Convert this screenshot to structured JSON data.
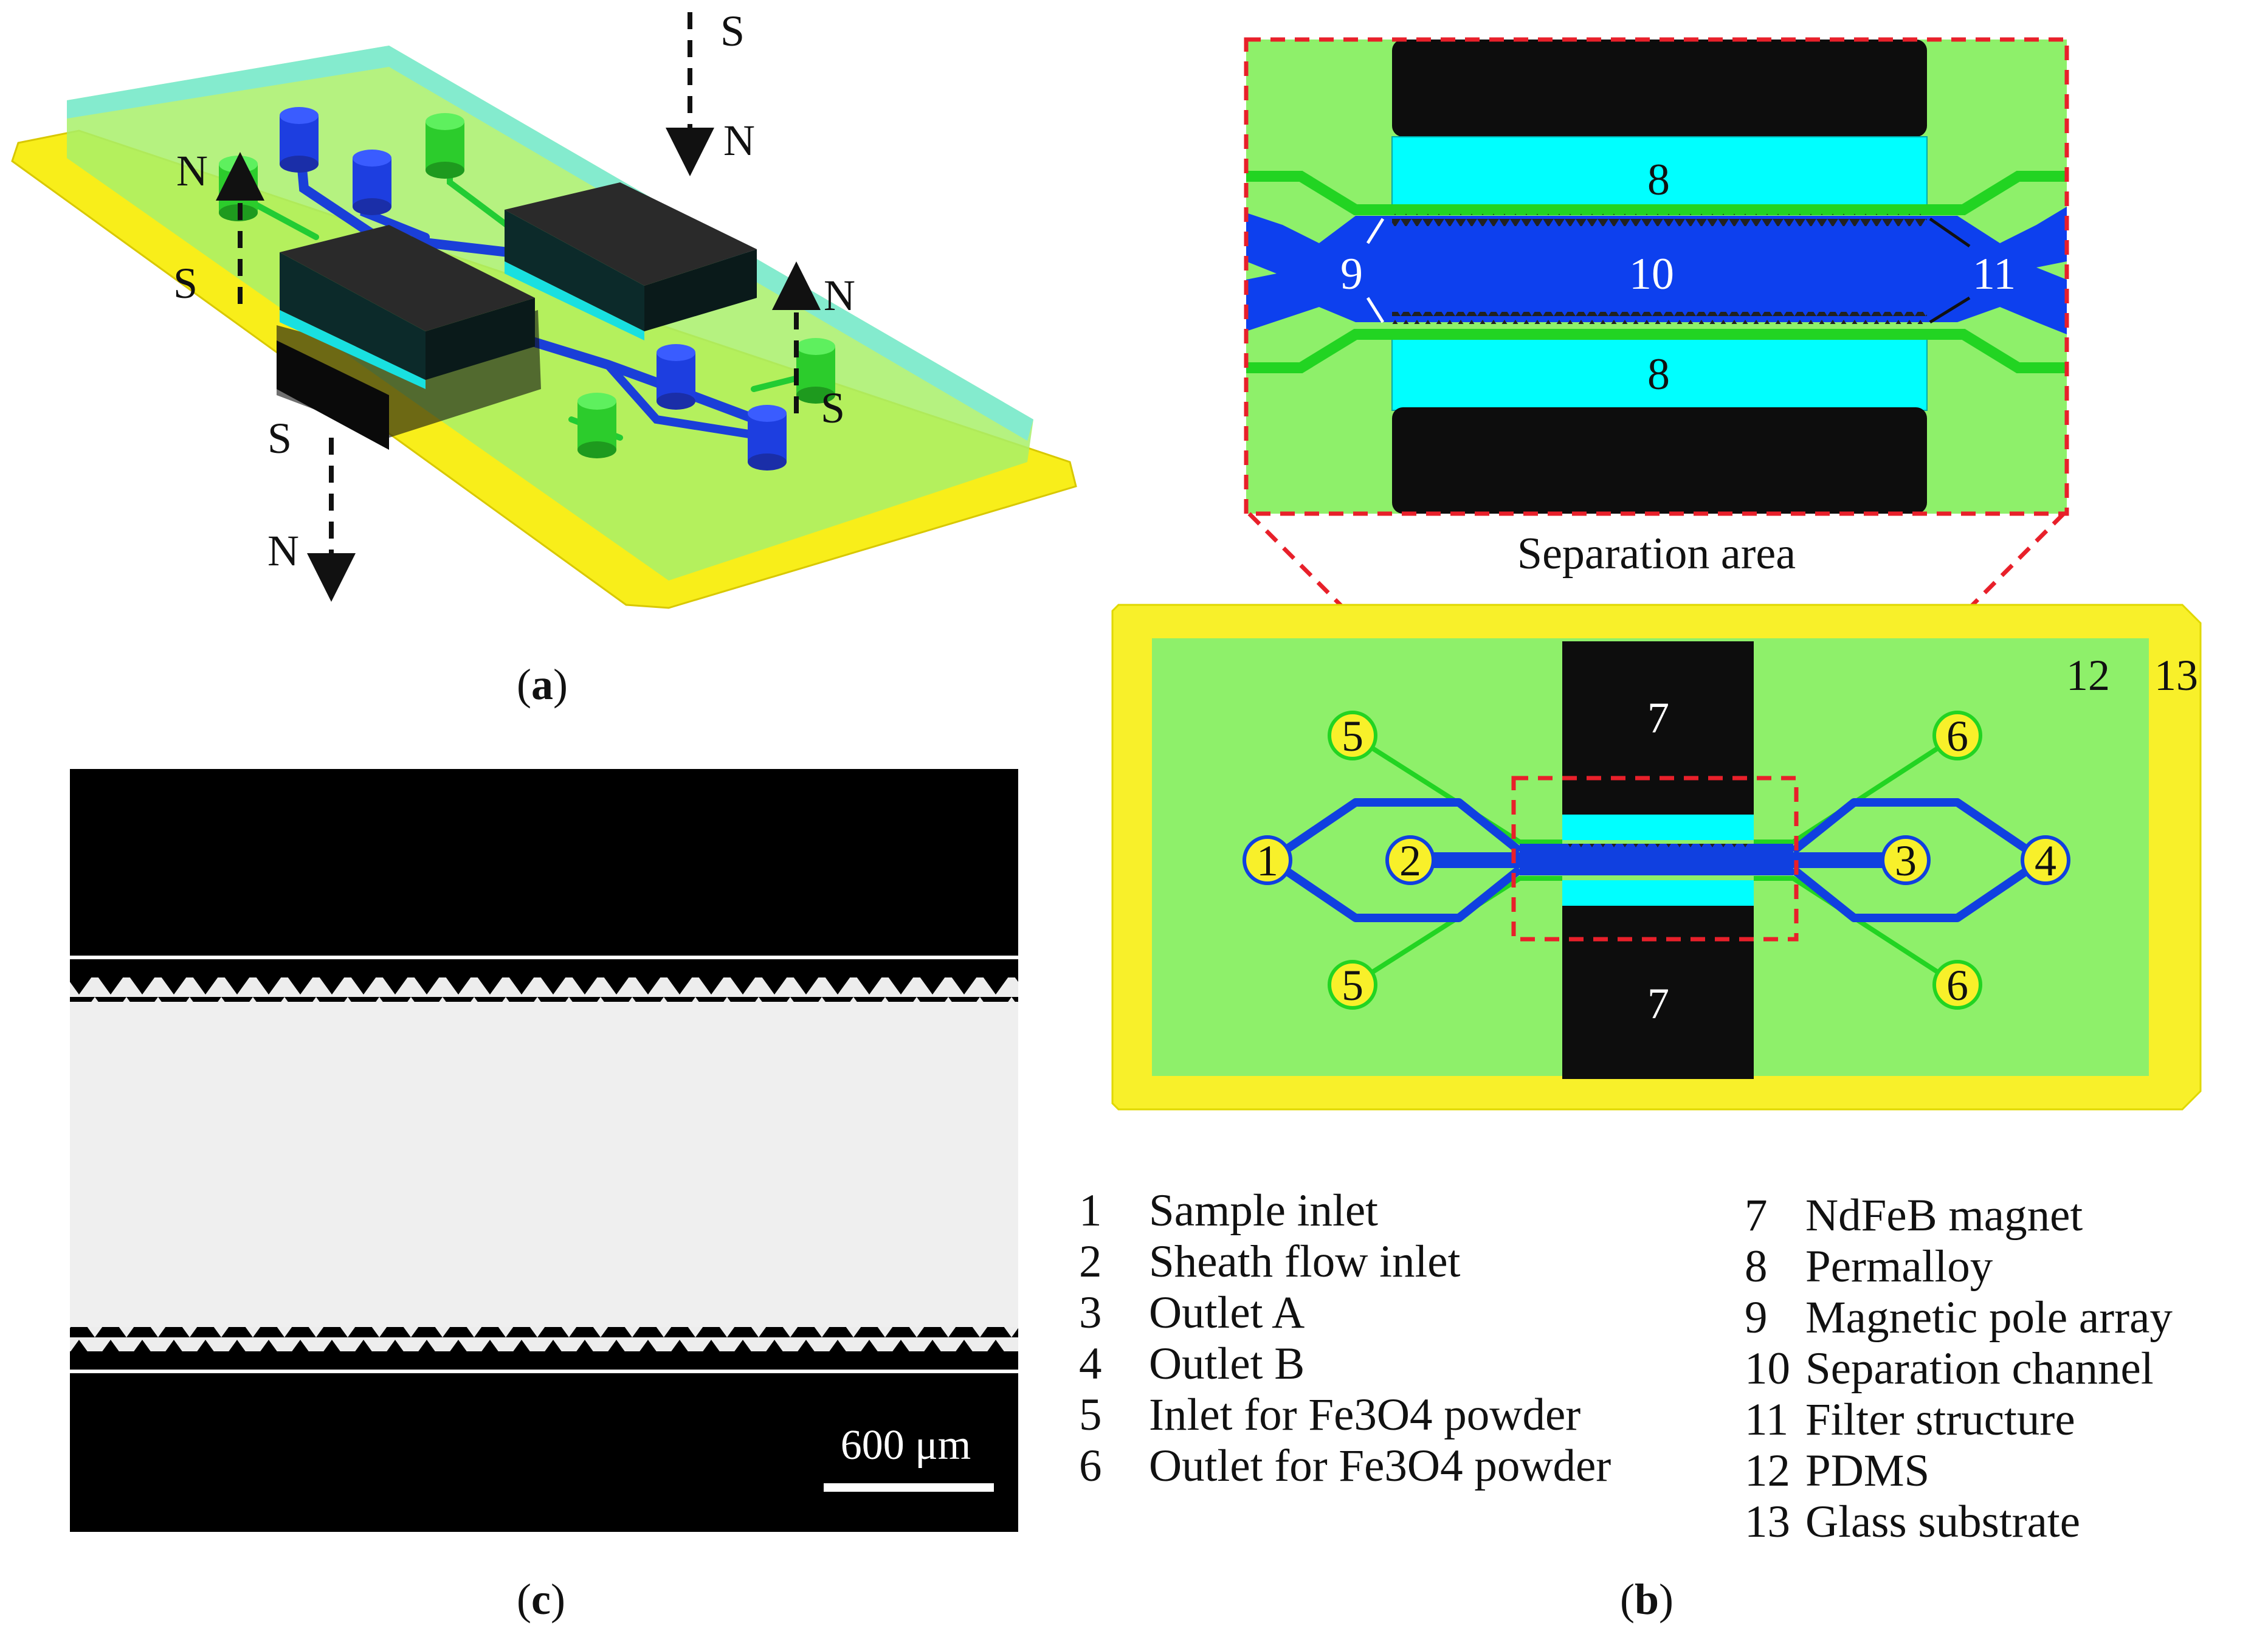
{
  "panels": {
    "a": {
      "caption_letter": "a",
      "pole_labels": {
        "top_right_S": "S",
        "top_right_N": "N",
        "left_N": "N",
        "left_S": "S",
        "right_N": "N",
        "right_S": "S",
        "bottom_S": "S",
        "bottom_N": "N"
      }
    },
    "b": {
      "caption_letter": "b",
      "zoom_title": "Separation area",
      "zoom_labels": {
        "permalloy_top": "8",
        "permalloy_bottom": "8",
        "pole_array": "9",
        "channel": "10",
        "filter": "11"
      },
      "chip_labels": {
        "magnet_top": "7",
        "magnet_bottom": "7",
        "pdms": "12",
        "glass": "13",
        "inlet_sample": "1",
        "inlet_sheath": "2",
        "outlet_a": "3",
        "outlet_b": "4",
        "fe_in_top": "5",
        "fe_in_bottom": "5",
        "fe_out_top": "6",
        "fe_out_bottom": "6"
      }
    },
    "c": {
      "caption_letter": "c",
      "scale_bar": "600 μm"
    }
  },
  "legend_left": [
    {
      "num": "1",
      "text": "Sample inlet"
    },
    {
      "num": "2",
      "text": "Sheath flow inlet"
    },
    {
      "num": "3",
      "text": "Outlet A"
    },
    {
      "num": "4",
      "text": "Outlet B"
    },
    {
      "num": "5",
      "text": "Inlet for Fe3O4 powder"
    },
    {
      "num": "6",
      "text": "Outlet for Fe3O4 powder"
    }
  ],
  "legend_right": [
    {
      "num": "7",
      "text": "NdFeB magnet"
    },
    {
      "num": "8",
      "text": "Permalloy"
    },
    {
      "num": "9",
      "text": "Magnetic pole array"
    },
    {
      "num": "10",
      "text": "Separation channel"
    },
    {
      "num": "11",
      "text": "Filter structure"
    },
    {
      "num": "12",
      "text": "PDMS"
    },
    {
      "num": "13",
      "text": "Glass substrate"
    }
  ],
  "colors": {
    "pdms": "#8ef06a",
    "glass": "#f8f02a",
    "magnet": "#0d0d0d",
    "permalloy": "#00ffff",
    "channel": "#0d40ee",
    "fe_channel": "#22cc22",
    "dashed_box": "#e8202a"
  }
}
